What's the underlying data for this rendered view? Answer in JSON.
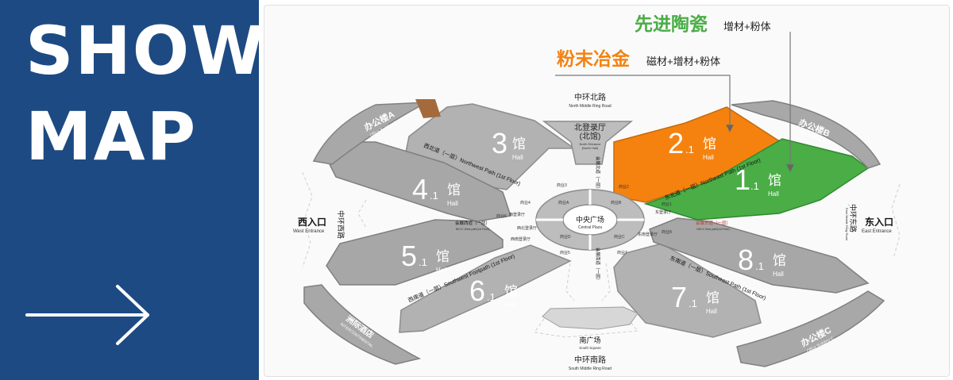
{
  "panel": {
    "line1": "SHOW",
    "line2": "MAP",
    "arrow_icon": "right-arrow-icon",
    "bg_color": "#1d4a82"
  },
  "legend": {
    "ceramics_title": "先进陶瓷",
    "ceramics_sub": "增材+粉体",
    "ceramics_color": "#4aad46",
    "metallurgy_title": "粉末冶金",
    "metallurgy_sub": "磁材+增材+粉体",
    "metallurgy_color": "#f5820f"
  },
  "halls": [
    {
      "num": "3",
      "suffix": "",
      "char": "馆",
      "en": "Hall"
    },
    {
      "num": "2",
      "suffix": ".1",
      "char": "馆",
      "en": "Hall"
    },
    {
      "num": "1",
      "suffix": ".1",
      "char": "馆",
      "en": "Hall"
    },
    {
      "num": "4",
      "suffix": ".1",
      "char": "馆",
      "en": "Hall"
    },
    {
      "num": "5",
      "suffix": ".1",
      "char": "馆",
      "en": "Hall"
    },
    {
      "num": "6",
      "suffix": ".1",
      "char": "馆",
      "en": "Hall"
    },
    {
      "num": "7",
      "suffix": ".1",
      "char": "馆",
      "en": "Hall"
    },
    {
      "num": "8",
      "suffix": ".1",
      "char": "馆",
      "en": "Hall"
    }
  ],
  "roads": {
    "north_cn": "中环北路",
    "north_en": "North Middle Ring Road",
    "south_cn": "中环南路",
    "south_en": "South Middle Ring Road",
    "west_cn": "中环西路",
    "east_cn": "中环东路",
    "east_en": "East Middle Ring Road"
  },
  "entrances": {
    "north_hall_cn1": "北登录厅",
    "north_hall_cn2": "(北馆)",
    "north_hall_en1": "North Entrance",
    "north_hall_en2": "(North Hall)",
    "west_cn": "西入口",
    "west_en": "West Entrance",
    "east_cn": "东入口",
    "east_en": "East Entrance"
  },
  "buildings": {
    "office_a_cn": "办公楼A",
    "office_a_en": "Office Building A",
    "office_b_cn": "办公楼B",
    "office_b_en": "Office Building B",
    "office_c_cn": "办公楼C",
    "office_c_en": "Office Building C",
    "hotel_cn": "洲际酒店",
    "hotel_en": "INTERCONTINENTAL"
  },
  "paths": {
    "nw": "西北道（一层）Northwest Path (1st Floor)",
    "ne": "东北道（一层）Northeast Path (1st Floor)",
    "sw": "西南道（一层）Southwest Footpath (1st Floor)",
    "se": "东南道（一层）Southeast Path (1st Floor)",
    "west_cn": "会展西道（一层）",
    "west_en": "NECC West path(1st Floor)",
    "east_cn": "会展东道（一层）",
    "east_en": "NECC East path(1st Floor)",
    "north_v": "会展北道（一层）",
    "south_v": "会展南道（一层）"
  },
  "plaza": {
    "cn": "中央广场",
    "en": "Central Plaza"
  },
  "south_square": {
    "cn": "南广场",
    "en": "South Square"
  },
  "gates": [
    "西登录厅",
    "东登录厅",
    "西北登录厅",
    "东南登录厅",
    "西南登录厅"
  ],
  "stops": [
    "商业2",
    "商业3",
    "商业4",
    "商业A",
    "商业B",
    "商业C",
    "商业D",
    "商业5",
    "商业7",
    "商业8",
    "商业6",
    "商业1"
  ]
}
